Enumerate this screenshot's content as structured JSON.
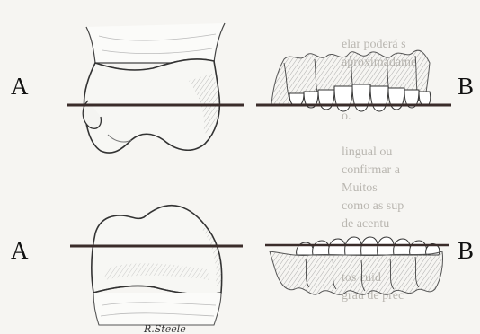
{
  "labels": {
    "top_left": "A",
    "top_right": "B",
    "bottom_left": "A",
    "bottom_right": "B"
  },
  "signature": "R.Steele",
  "show_through_text": [
    "elar poderá s",
    "aproximadame",
    "o.",
    "lingual ou",
    "confirmar a",
    "Muitos",
    "como as sup",
    "de acentu",
    "tos cuid",
    "grau de prec"
  ]
}
